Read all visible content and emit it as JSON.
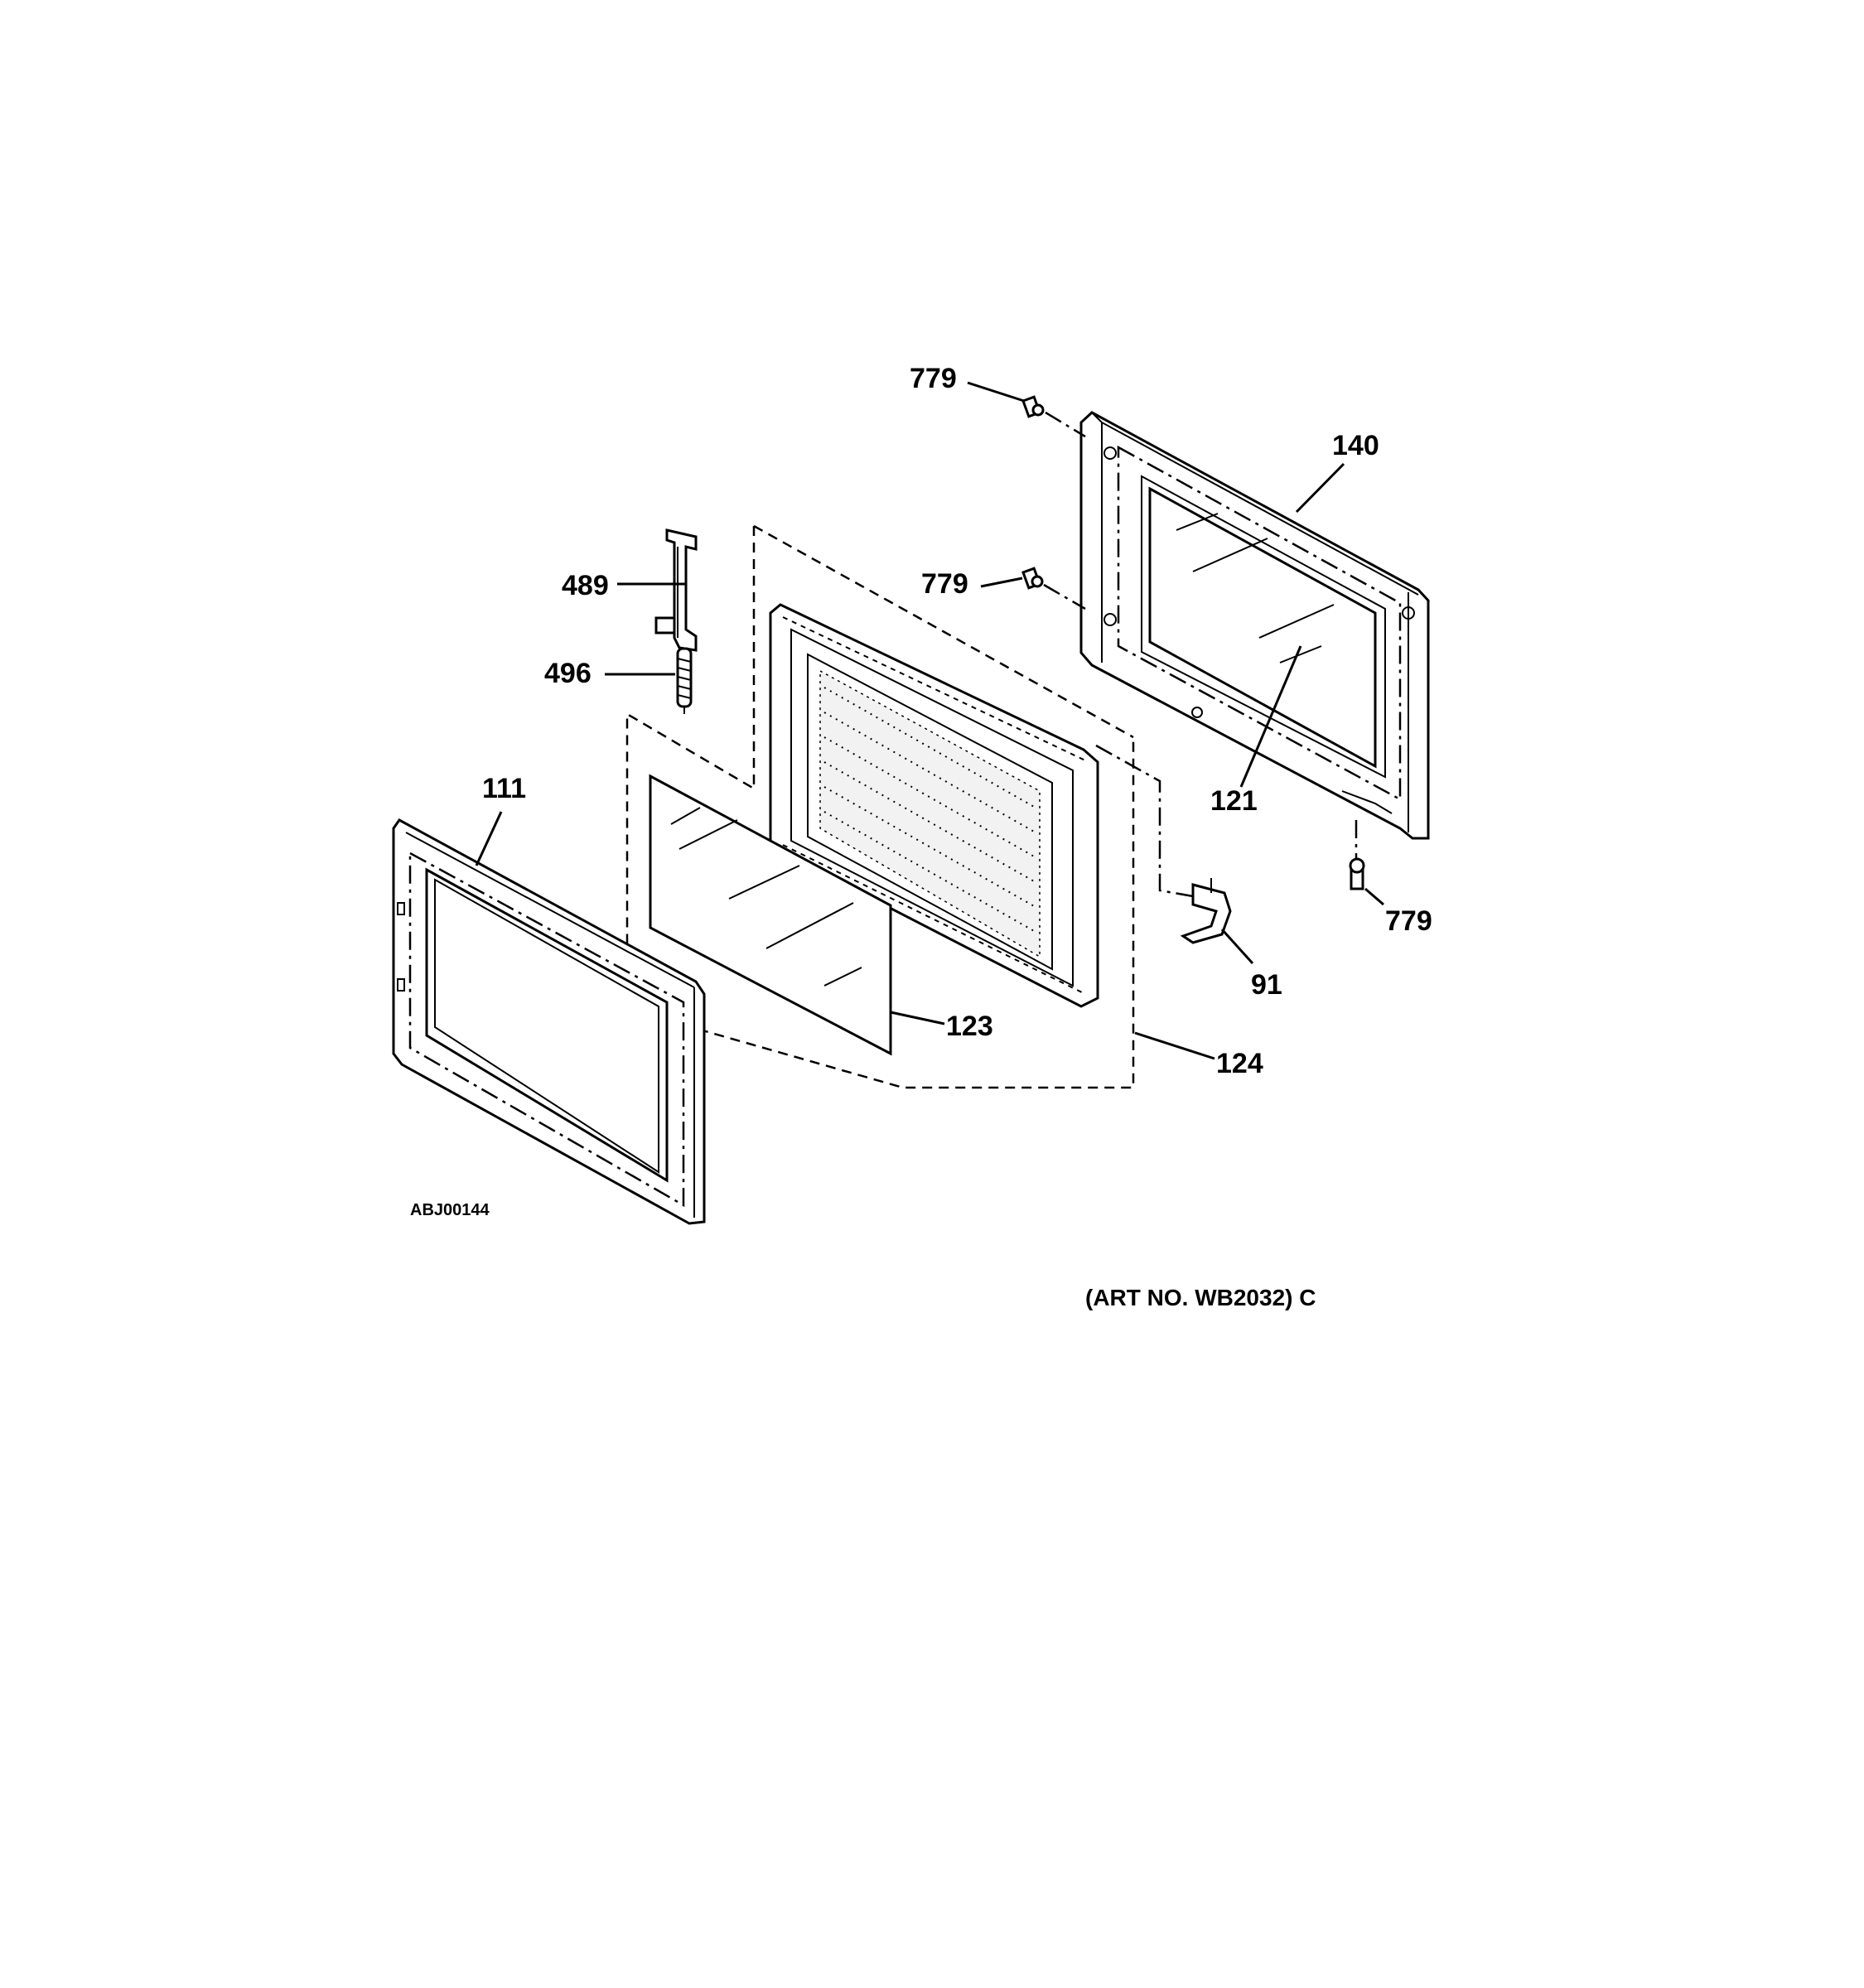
{
  "diagram": {
    "callouts": {
      "screw_top": "779",
      "screw_mid": "779",
      "screw_bottom": "779",
      "door_frame": "140",
      "door_glass": "121",
      "latch_hook": "489",
      "latch_spring": "496",
      "choke_cover": "111",
      "window_glass": "123",
      "door_assembly": "124",
      "hinge": "91"
    },
    "image_id_text": "ABJ00144",
    "art_number": "(ART NO. WB2032) C"
  }
}
